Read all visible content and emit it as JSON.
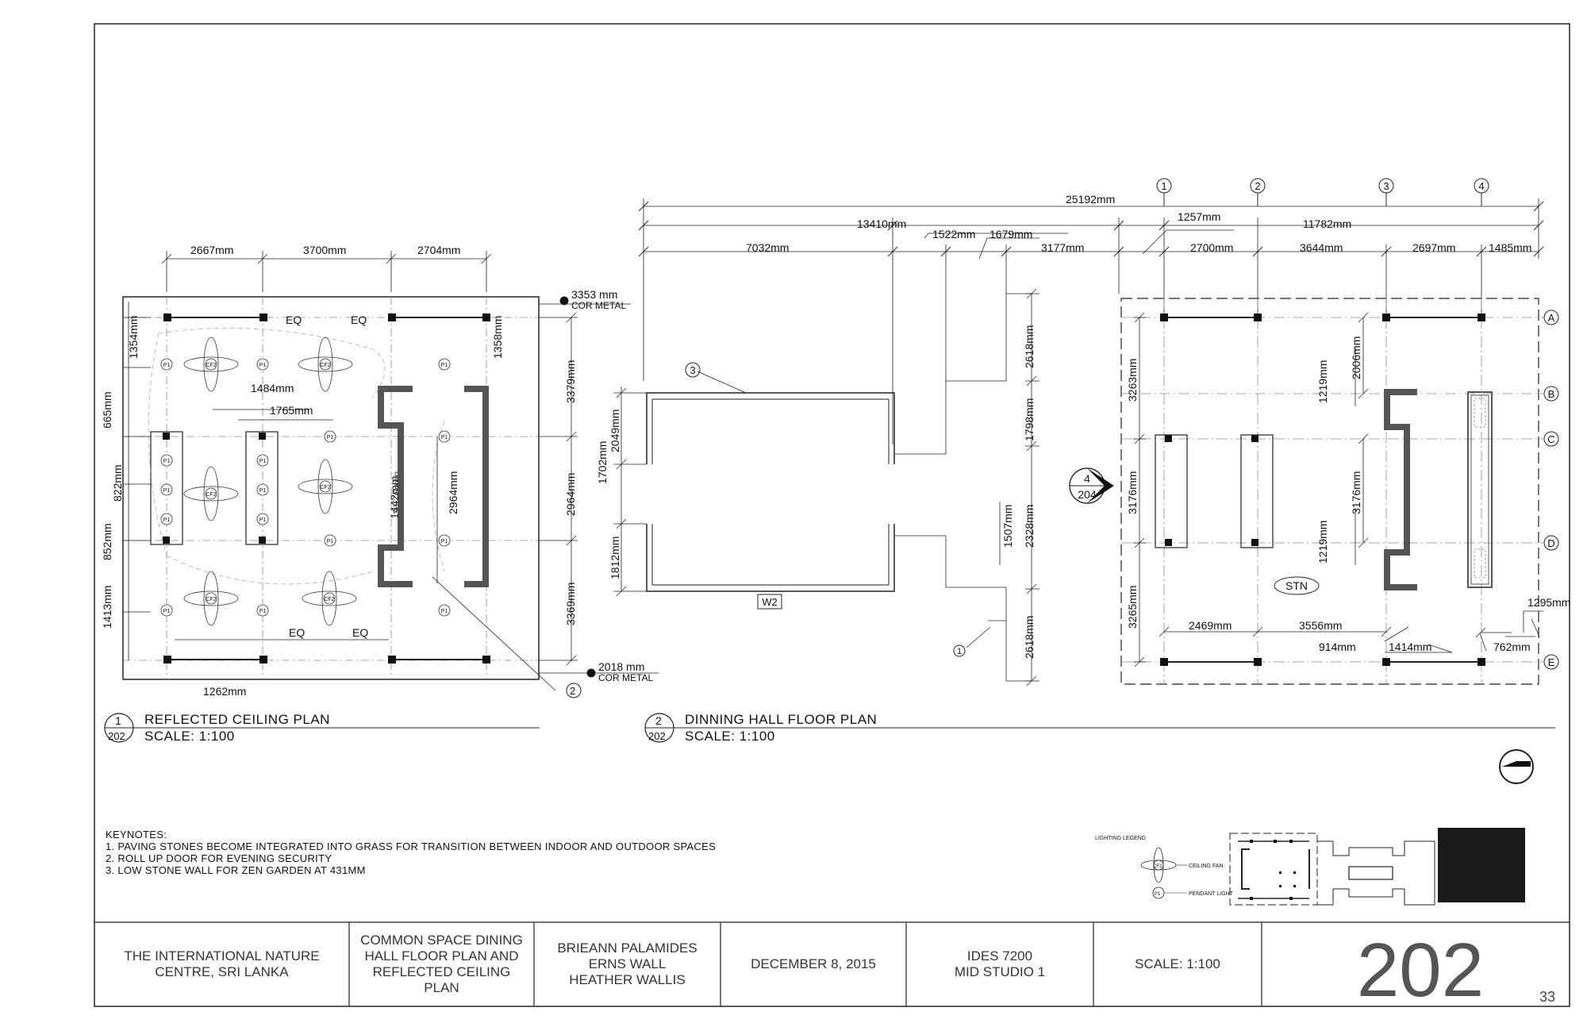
{
  "plan1": {
    "number": "1",
    "sheet_ref": "202",
    "title": "REFLECTED CEILING PLAN",
    "scale": "SCALE:  1:100",
    "dims": {
      "top": [
        "2667mm",
        "3700mm",
        "2704mm"
      ],
      "left": [
        "1354mm",
        "665mm",
        "822mm",
        "852mm",
        "1413mm"
      ],
      "right": [
        "3379mm",
        "2964mm",
        "3369mm"
      ],
      "inner_2964": "2964mm",
      "inner_1358": "1358mm",
      "inner_overlap": "1442mm",
      "inner_overlap2": "3176mm",
      "d1484": "1484mm",
      "d1765": "1765mm",
      "d1262": "1262mm",
      "eq": "EQ"
    },
    "metal_top": "3353 mm",
    "metal_bottom": "2018 mm",
    "metal_label": "COR METAL",
    "tag_p1": "P1",
    "tag_cf": "CF2",
    "callout_2": "2"
  },
  "plan2": {
    "number": "2",
    "sheet_ref": "202",
    "title": "DINNING HALL FLOOR PLAN",
    "scale": "SCALE:  1:100",
    "dims": {
      "overall": "25192mm",
      "d13410": "13410mm",
      "d1257": "1257mm",
      "d11782": "11782mm",
      "d1522": "1522mm",
      "d1679": "1679mm",
      "d7032": "7032mm",
      "d3177": "3177mm",
      "d2700": "2700mm",
      "d3644": "3644mm",
      "d2697": "2697mm",
      "d1485": "1485mm",
      "d2618a": "2618mm",
      "d1798": "1798mm",
      "d2328": "2328mm",
      "d1507": "1507mm",
      "d2618b": "2618mm",
      "d2049": "2049mm",
      "d1702": "1702mm",
      "d1812": "1812mm",
      "d3263": "3263mm",
      "d3176a": "3176mm",
      "d3265": "3265mm",
      "d2006": "2006mm",
      "d1219a": "1219mm",
      "d3176b": "3176mm",
      "d1219b": "1219mm",
      "d2469": "2469mm",
      "d3556": "3556mm",
      "d914": "914mm",
      "d1414": "1414mm",
      "d762": "762mm",
      "d1295": "1295mm"
    },
    "grid_cols": [
      "1",
      "2",
      "3",
      "4"
    ],
    "grid_rows": [
      "A",
      "B",
      "C",
      "D",
      "E"
    ],
    "wall_tag": "W2",
    "stn": "STN",
    "section_num": "4",
    "section_ref": "204",
    "callout_3": "3",
    "callout_1": "1"
  },
  "keynotes": {
    "title": "KEYNOTES:",
    "items": [
      "1. PAVING STONES BECOME INTEGRATED INTO GRASS FOR TRANSITION BETWEEN INDOOR AND OUTDOOR SPACES",
      "2. ROLL UP DOOR FOR EVENING SECURITY",
      "3. LOW STONE WALL FOR ZEN GARDEN AT 431MM"
    ]
  },
  "legend": {
    "title": "LIGHTING LEGEND",
    "fan_tag": "CF2",
    "fan_label": "CEILING FAN",
    "pendant_tag": "P1",
    "pendant_label": "PENDANT LIGHT"
  },
  "title_block": {
    "project": "THE INTERNATIONAL NATURE\nCENTRE, SRI LANKA",
    "sheet_title": "COMMON SPACE DINING\nHALL FLOOR PLAN AND\nREFLECTED CEILING\nPLAN",
    "authors": "BRIEANN PALAMIDES\nERNS WALL\nHEATHER WALLIS",
    "date": "DECEMBER 8, 2015",
    "course": "IDES 7200\nMID STUDIO 1",
    "scale": "SCALE: 1:100",
    "sheet_number": "202",
    "page_number": "33"
  }
}
